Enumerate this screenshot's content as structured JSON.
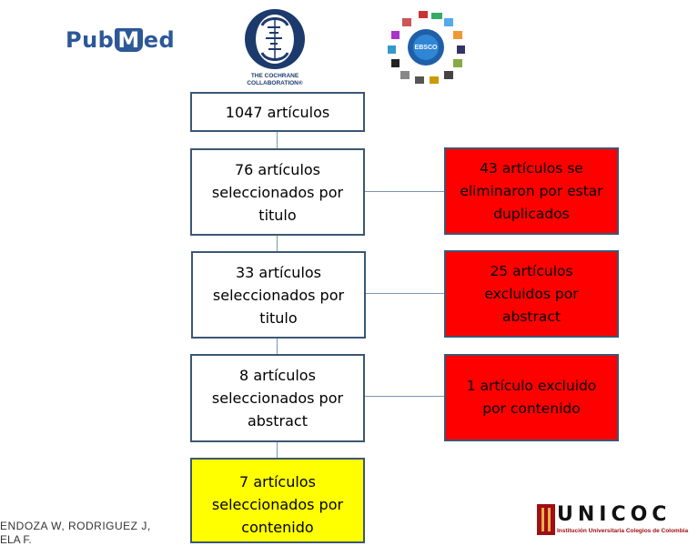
{
  "logos": {
    "pubmed": {
      "pre": "Pub",
      "m": "M",
      "post": "ed"
    },
    "cochrane": {
      "line1": "THE COCHRANE",
      "line2": "COLLABORATION®"
    },
    "ebsco": {
      "center_text": "EBSCO"
    },
    "unicoc": {
      "name": "UNICOC",
      "subtitle": "Institución Universitaria Colegios de Colombia"
    }
  },
  "flow": {
    "box1": "1047 artículos",
    "box2": [
      "76 artículos",
      "seleccionados por",
      "titulo"
    ],
    "box3": [
      "33 artículos",
      "seleccionados por",
      "titulo"
    ],
    "box4": [
      "8 artículos",
      "seleccionados por",
      "abstract"
    ],
    "box5": [
      "7 artículos",
      "seleccionados por",
      "contenido"
    ],
    "excl1": [
      "43 artículos se",
      "eliminaron por estar",
      "duplicados"
    ],
    "excl2": [
      "25 artículos",
      "excluidos por",
      "abstract"
    ],
    "excl3": [
      "1 artículo excluido",
      "por contenido"
    ]
  },
  "footer": {
    "authors_line1": "ENDOZA  W,  RODRIGUEZ  J,",
    "authors_line2": "ELA F."
  },
  "colors": {
    "exclusion": "#ff0000",
    "final": "#ffff00",
    "border": "#3b5774"
  }
}
